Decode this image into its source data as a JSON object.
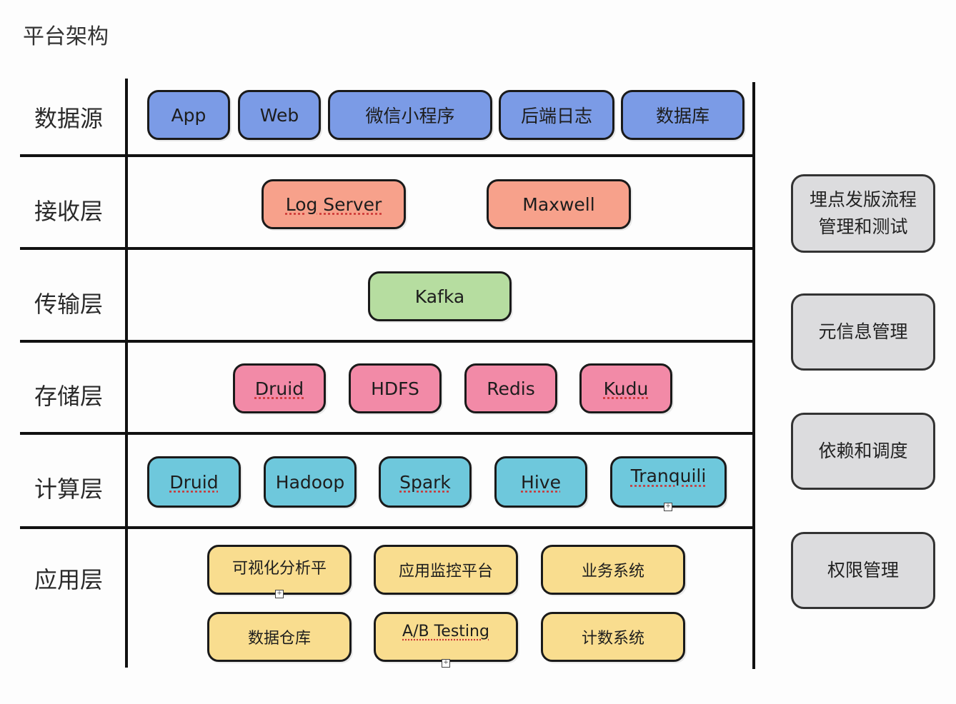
{
  "title": "平台架构",
  "colors": {
    "source": "#7b9be6",
    "ingest": "#f7a18b",
    "transport": "#b6dda0",
    "storage": "#f28aa7",
    "compute": "#6ec8dc",
    "app": "#f9dd8f",
    "side": "#dcdcde"
  },
  "layers": [
    {
      "label": "数据源",
      "items": [
        "App",
        "Web",
        "微信小程序",
        "后端日志",
        "数据库"
      ]
    },
    {
      "label": "接收层",
      "items": [
        "Log Server",
        "Maxwell"
      ]
    },
    {
      "label": "传输层",
      "items": [
        "Kafka"
      ]
    },
    {
      "label": "存储层",
      "items": [
        "Druid",
        "HDFS",
        "Redis",
        "Kudu"
      ]
    },
    {
      "label": "计算层",
      "items": [
        "Druid",
        "Hadoop",
        "Spark",
        "Hive",
        "Tranquili"
      ]
    },
    {
      "label": "应用层",
      "items": [
        "可视化分析平",
        "应用监控平台",
        "业务系统",
        "数据仓库",
        "A/B Testing",
        "计数系统"
      ]
    }
  ],
  "side_panels": [
    "埋点发版流程管理和测试",
    "元信息管理",
    "依赖和调度",
    "权限管理"
  ]
}
